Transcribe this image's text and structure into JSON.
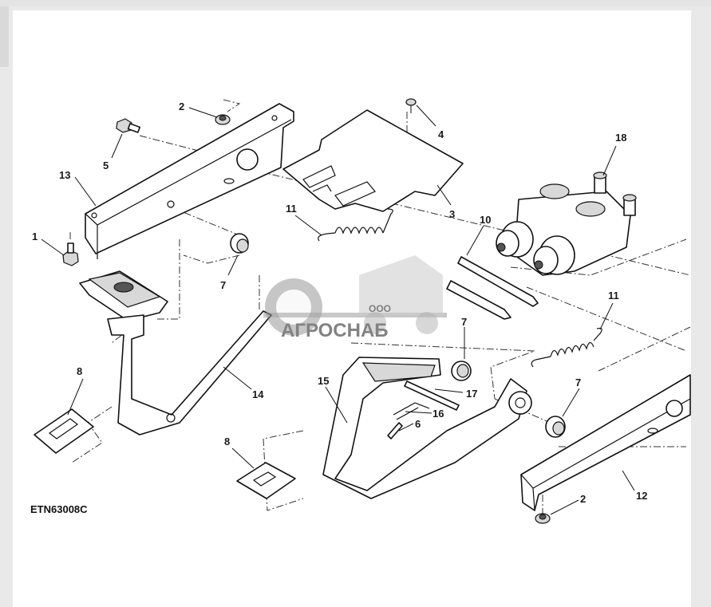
{
  "figure_code": "ETN63008C",
  "watermark": {
    "company_prefix": "ООО",
    "company_name": "АГРОСНАБ"
  },
  "callouts": [
    "1",
    "2",
    "2",
    "3",
    "4",
    "5",
    "6",
    "7",
    "7",
    "7",
    "7",
    "8",
    "8",
    "10",
    "11",
    "11",
    "12",
    "13",
    "14",
    "15",
    "16",
    "17",
    "18"
  ],
  "parts": [
    {
      "id": "1",
      "name": "bolt"
    },
    {
      "id": "2",
      "name": "flange-nut"
    },
    {
      "id": "3",
      "name": "pedal-cover-plate"
    },
    {
      "id": "4",
      "name": "screw"
    },
    {
      "id": "5",
      "name": "bolt"
    },
    {
      "id": "6",
      "name": "pin"
    },
    {
      "id": "7",
      "name": "bushing"
    },
    {
      "id": "8",
      "name": "pedal-pad"
    },
    {
      "id": "10",
      "name": "rod"
    },
    {
      "id": "11",
      "name": "spring"
    },
    {
      "id": "12",
      "name": "support-bracket"
    },
    {
      "id": "13",
      "name": "mounting-bracket"
    },
    {
      "id": "14",
      "name": "brake-pedal"
    },
    {
      "id": "15",
      "name": "pedal-arm"
    },
    {
      "id": "16",
      "name": "spring-pin"
    },
    {
      "id": "17",
      "name": "shaft"
    },
    {
      "id": "18",
      "name": "valve-assembly"
    }
  ]
}
